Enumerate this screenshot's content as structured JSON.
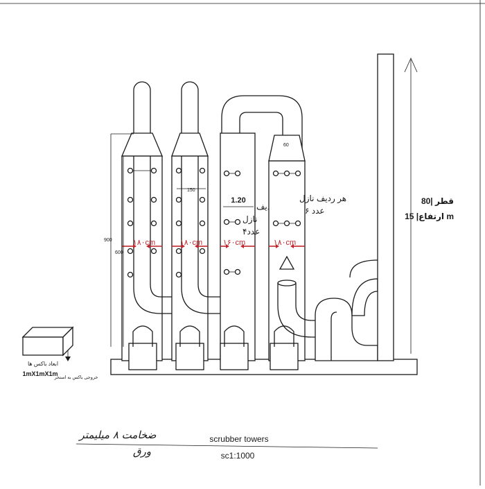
{
  "drawing": {
    "title": "scrubber towers",
    "scale": "sc1:1000",
    "sheet_note_line1": "ضخامت ۸ میلیمتر",
    "sheet_note_line2": "ورق"
  },
  "stack": {
    "diameter_label": "قطر |80",
    "height_label": "ارتفاع| 15 m"
  },
  "towers": [
    {
      "id": "t1",
      "dimension_label": "۱۸۰cm"
    },
    {
      "id": "t2",
      "dimension_label": "۱۸۰cm",
      "top_label": "150"
    },
    {
      "id": "t3",
      "dimension_label": "۱۶۰cm",
      "height_label": "1.20",
      "nozzle_label_line1": "هر ردیف",
      "nozzle_label_line2": "نازل",
      "nozzle_label_line3": "۴عدد"
    },
    {
      "id": "t4",
      "dimension_label": "۱۸۰cm",
      "top_label": "60",
      "nozzle_label_line1": "هر ردیف نازل",
      "nozzle_label_line2": "۶ عدد"
    }
  ],
  "dimensions": {
    "outer_height": "900",
    "inner_height": "600"
  },
  "box": {
    "size_title": "ابعاد باکس ها",
    "size_value": "1mX1mX1m",
    "outlet_note": "خروجی باکس به استخر"
  }
}
